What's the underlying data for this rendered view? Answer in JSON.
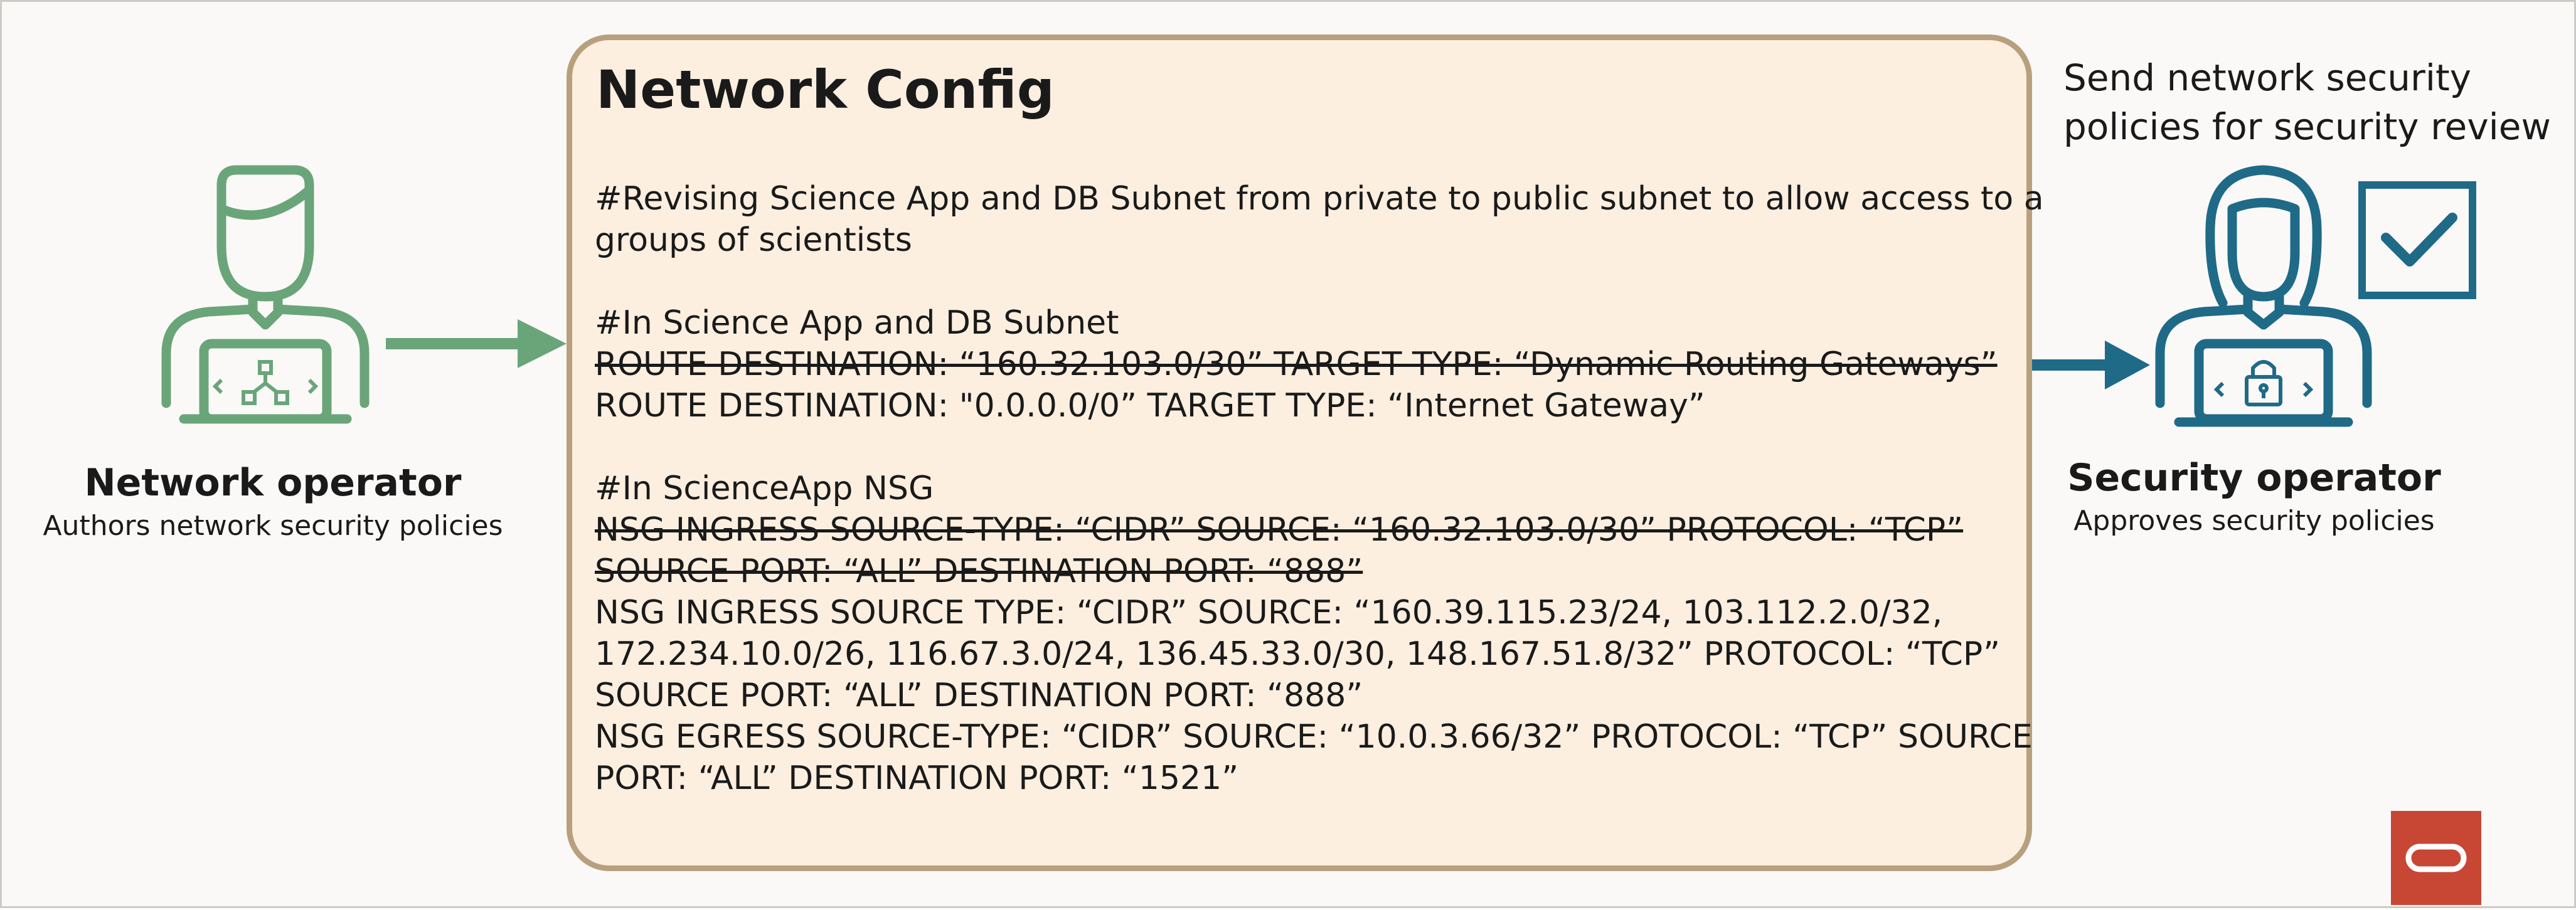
{
  "network_operator": {
    "name": "Network operator",
    "description": "Authors network security policies",
    "icon": "network-operator-icon",
    "color": "#6aa57a"
  },
  "security_operator": {
    "name": "Security operator",
    "description": "Approves security policies",
    "icon": "security-operator-icon",
    "color": "#1f6a87"
  },
  "review_note": {
    "line1": "Send network security",
    "line2": "policies for security review",
    "icon": "checkbox-icon"
  },
  "config": {
    "title": "Network Config",
    "lines": [
      {
        "text": "#Revising Science App and DB Subnet from private to public subnet to allow access to a",
        "struck": false
      },
      {
        "text": "groups of scientists",
        "struck": false
      },
      {
        "text": "",
        "struck": false
      },
      {
        "text": "#In Science App and DB Subnet",
        "struck": false
      },
      {
        "text": "ROUTE DESTINATION: “160.32.103.0/30” TARGET TYPE: “Dynamic Routing Gateways”",
        "struck": true
      },
      {
        "text": "ROUTE DESTINATION: \"0.0.0.0/0” TARGET TYPE: “Internet Gateway”",
        "struck": false
      },
      {
        "text": "",
        "struck": false
      },
      {
        "text": "#In ScienceApp NSG",
        "struck": false
      },
      {
        "text": "NSG INGRESS SOURCE-TYPE: “CIDR”  SOURCE: “160.32.103.0/30” PROTOCOL: “TCP”",
        "struck": true
      },
      {
        "text": "SOURCE PORT: “ALL”  DESTINATION PORT: “888”",
        "struck": true
      },
      {
        "text": "NSG INGRESS SOURCE TYPE: “CIDR”  SOURCE: “160.39.115.23/24, 103.112.2.0/32,",
        "struck": false
      },
      {
        "text": "172.234.10.0/26, 116.67.3.0/24, 136.45.33.0/30, 148.167.51.8/32” PROTOCOL: “TCP”",
        "struck": false
      },
      {
        "text": "SOURCE PORT: “ALL”  DESTINATION PORT: “888”",
        "struck": false
      },
      {
        "text": "NSG EGRESS SOURCE-TYPE: “CIDR”  SOURCE: “10.0.3.66/32” PROTOCOL: “TCP” SOURCE",
        "struck": false
      },
      {
        "text": "PORT: “ALL”  DESTINATION PORT: “1521”",
        "struck": false
      }
    ]
  },
  "logo": {
    "icon": "oracle-logo-icon",
    "color": "#c74634"
  }
}
